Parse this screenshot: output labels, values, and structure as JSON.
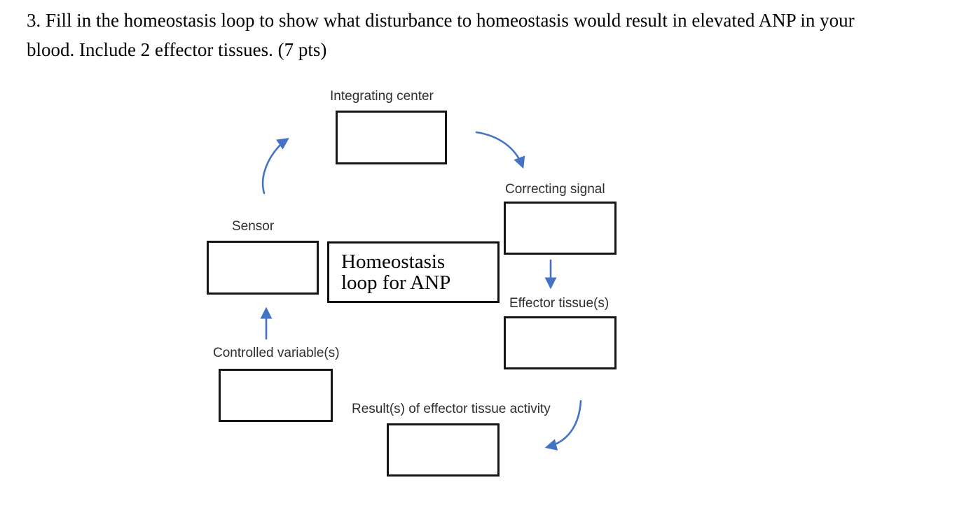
{
  "question": {
    "line1": "3. Fill in the homeostasis loop to show what disturbance to homeostasis would result in elevated ANP in your",
    "line2": "blood. Include 2 effector tissues. (7 pts)"
  },
  "diagram": {
    "center_title_line1": "Homeostasis",
    "center_title_line2": "loop for ANP",
    "arrow_color": "#4472C4",
    "nodes": [
      {
        "id": "integrating-center",
        "label": "Integrating center"
      },
      {
        "id": "correcting-signal",
        "label": "Correcting signal"
      },
      {
        "id": "sensor",
        "label": "Sensor"
      },
      {
        "id": "effector-tissue",
        "label": "Effector tissue(s)"
      },
      {
        "id": "controlled-variable",
        "label": "Controlled variable(s)"
      },
      {
        "id": "result",
        "label": "Result(s) of effector tissue activity"
      }
    ]
  }
}
